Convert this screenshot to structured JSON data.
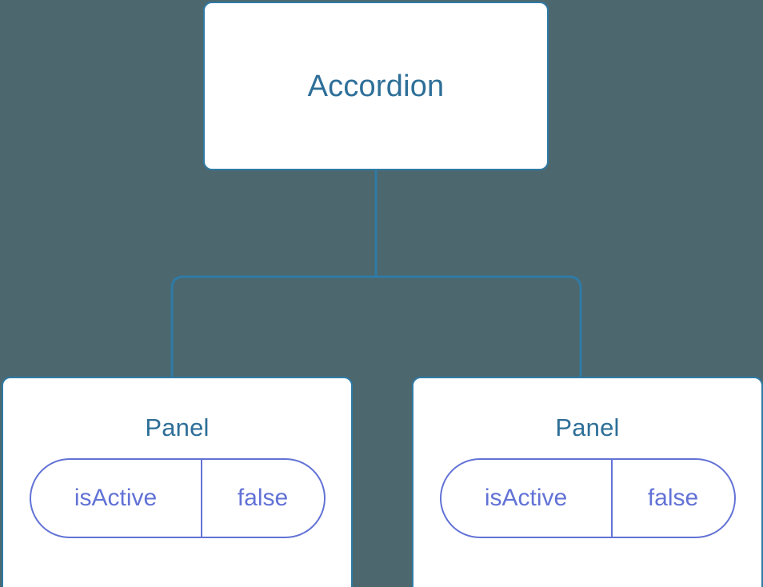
{
  "diagram": {
    "type": "component-tree",
    "background_color": "#4c676e",
    "node_border_color": "#2f7ba6",
    "node_title_color": "#2e6f98",
    "edge_color": "#2f7ba6",
    "state_accent_color": "#6272d6",
    "root": {
      "title": "Accordion"
    },
    "children": [
      {
        "title": "Panel",
        "state": {
          "key": "isActive",
          "value": "false"
        }
      },
      {
        "title": "Panel",
        "state": {
          "key": "isActive",
          "value": "false"
        }
      }
    ]
  }
}
